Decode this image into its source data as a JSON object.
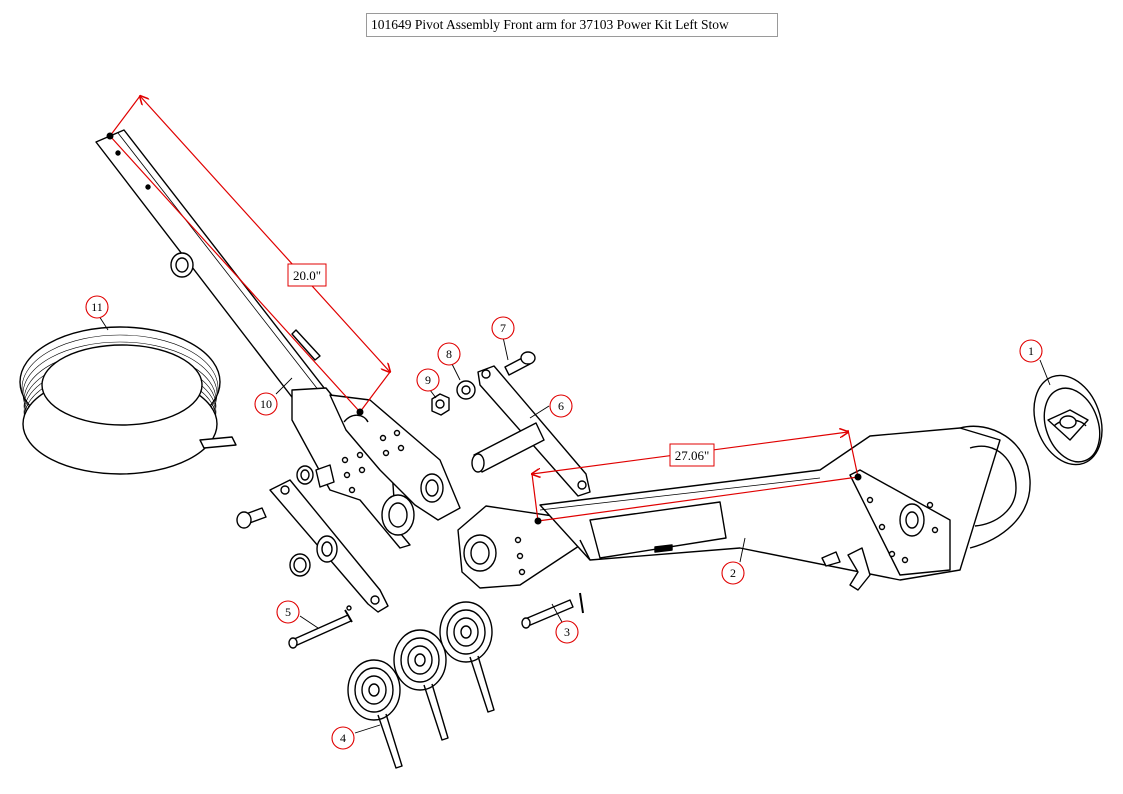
{
  "title": "101649 Pivot Assembly Front arm for 37103 Power Kit Left Stow",
  "dimensions": [
    {
      "id": "dim-a",
      "label": "20.0\""
    },
    {
      "id": "dim-b",
      "label": "27.06\""
    }
  ],
  "callouts": [
    {
      "num": "1"
    },
    {
      "num": "2"
    },
    {
      "num": "3"
    },
    {
      "num": "4"
    },
    {
      "num": "5"
    },
    {
      "num": "6"
    },
    {
      "num": "7"
    },
    {
      "num": "8"
    },
    {
      "num": "9"
    },
    {
      "num": "10"
    },
    {
      "num": "11"
    }
  ],
  "colors": {
    "accent": "#e00000",
    "line": "#000000",
    "frame": "#9a9a9a"
  }
}
